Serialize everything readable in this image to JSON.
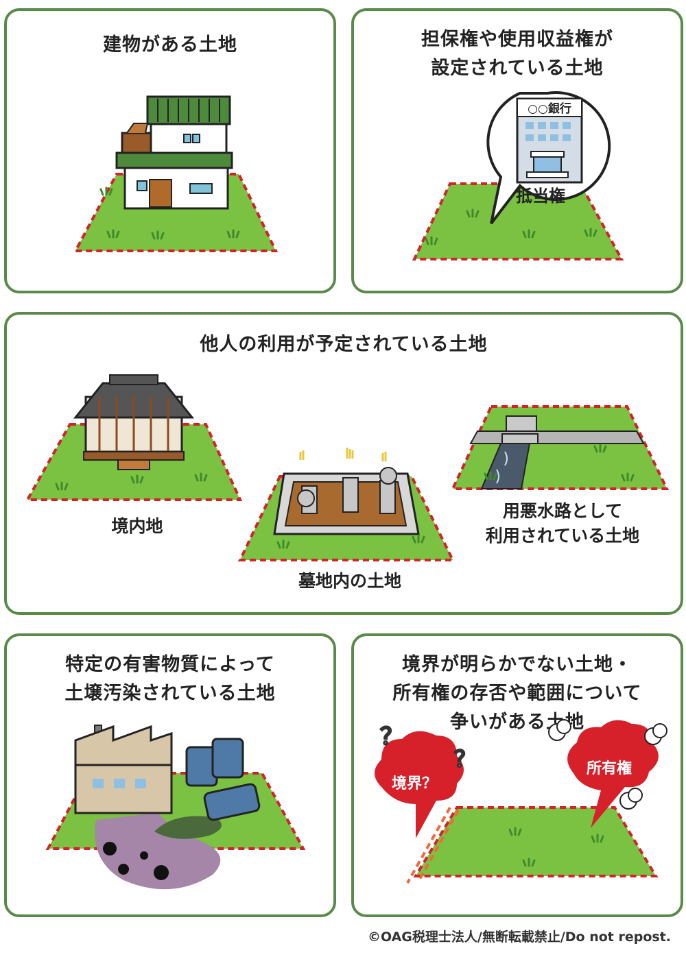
{
  "panels": {
    "building": {
      "title": "建物がある土地"
    },
    "mortgage": {
      "title_line1": "担保権や使用収益権が",
      "title_line2": "設定されている土地",
      "bank_sign": "○○銀行",
      "bubble": "抵当権"
    },
    "others": {
      "title": "他人の利用が予定されている土地",
      "temple_label": "境内地",
      "cemetery_label": "墓地内の土地",
      "canal_label_line1": "用悪水路として",
      "canal_label_line2": "利用されている土地"
    },
    "polluted": {
      "title_line1": "特定の有害物質によって",
      "title_line2": "土壌汚染されている土地"
    },
    "boundary": {
      "title_line1": "境界が明らかでない土地・",
      "title_line2": "所有権の存否や範囲について",
      "title_line3": "争いがある土地",
      "bubble_left": "境界？",
      "bubble_right": "所有権",
      "question_marks": "？"
    }
  },
  "footer": {
    "copyright": "©OAG税理士法人/無断転載禁止/Do not repost."
  },
  "colors": {
    "panel_border": "#5a8a4a",
    "grass": "#7cc242",
    "boundary_dash": "#d6202a",
    "bubble_red": "#d6202a",
    "pollution": "#a585a8"
  }
}
